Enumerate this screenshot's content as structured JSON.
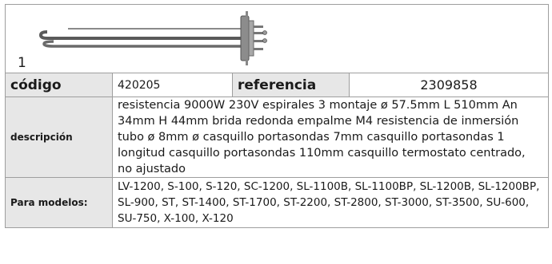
{
  "image_number": "1",
  "product_image": "heating-element-image",
  "labels": {
    "codigo": "código",
    "referencia": "referencia",
    "descripcion": "descripción",
    "para_modelos": "Para modelos:"
  },
  "values": {
    "codigo": "420205",
    "referencia": "2309858",
    "descripcion": "resistencia  9000W 230V espirales 3 montaje ø 57.5mm L 510mm An 34mm H 44mm brida redonda empalme M4 resistencia de inmersión tubo ø 8mm ø casquillo portasondas 7mm casquillo portasondas 1 longitud casquillo portasondas 110mm casquillo termostato centrado, no ajustado",
    "para_modelos": "LV-1200, S-100, S-120, SC-1200, SL-1100B, SL-1100BP, SL-1200B, SL-1200BP, SL-900, ST, ST-1400, ST-1700, ST-2200, ST-2800, ST-3000, ST-3500, SU-600, SU-750, X-100, X-120"
  }
}
